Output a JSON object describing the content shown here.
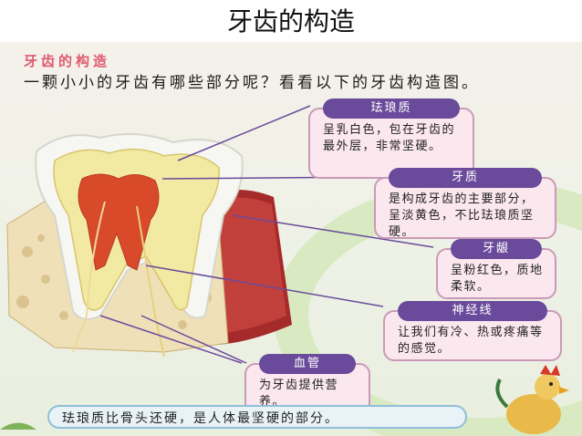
{
  "slide": {
    "title": "牙齿的构造"
  },
  "section": {
    "heading": "牙齿的构造",
    "intro": "一颗小小的牙齿有哪些部分呢？看看以下的牙齿构造图。"
  },
  "callouts": [
    {
      "label": "珐琅质",
      "text": "呈乳白色，包在牙齿的最外层，非常坚硬。"
    },
    {
      "label": "牙质",
      "text": "是构成牙齿的主要部分，呈淡黄色，不比珐琅质坚硬。"
    },
    {
      "label": "牙龈",
      "text": "呈粉红色，质地柔软。"
    },
    {
      "label": "神经线",
      "text": "让我们有冷、热或疼痛等的感觉。"
    },
    {
      "label": "血管",
      "text": "为牙齿提供营养。"
    }
  ],
  "footer_note": "珐琅质比骨头还硬，是人体最坚硬的部分。",
  "colors": {
    "callout_tag": "#6a4a9b",
    "callout_bg": "#fbe7ee",
    "section_heading": "#e05a6f"
  }
}
